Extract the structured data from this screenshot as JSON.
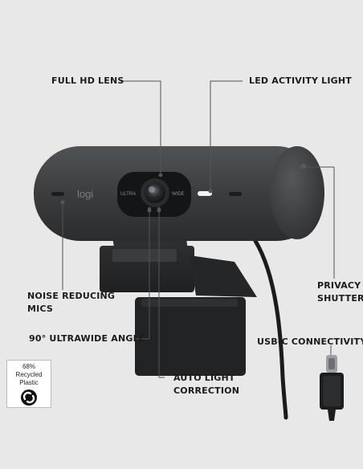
{
  "callouts": {
    "full_hd_lens": "FULL HD LENS",
    "led_activity_light": "LED ACTIVITY LIGHT",
    "noise_reducing_mics_line1": "NOISE REDUCING",
    "noise_reducing_mics_line2": "MICS",
    "privacy_shutter_line1": "PRIVACY",
    "privacy_shutter_line2": "SHUTTER",
    "ultrawide_angle": "90° ULTRAWIDE ANGLE",
    "usbc_connectivity": "USB-C CONNECTIVITY",
    "auto_light_line1": "AUTO LIGHT",
    "auto_light_line2": "CORRECTION"
  },
  "product": {
    "logo_text": "logi",
    "lens_left_text": "ULTRA",
    "lens_right_text": "WIDE"
  },
  "badge": {
    "line1": "68%",
    "line2": "Recycled",
    "line3": "Plastic"
  },
  "colors": {
    "background": "#e8e8e8",
    "body": "#3a3c3e",
    "leader_line": "#555555"
  }
}
